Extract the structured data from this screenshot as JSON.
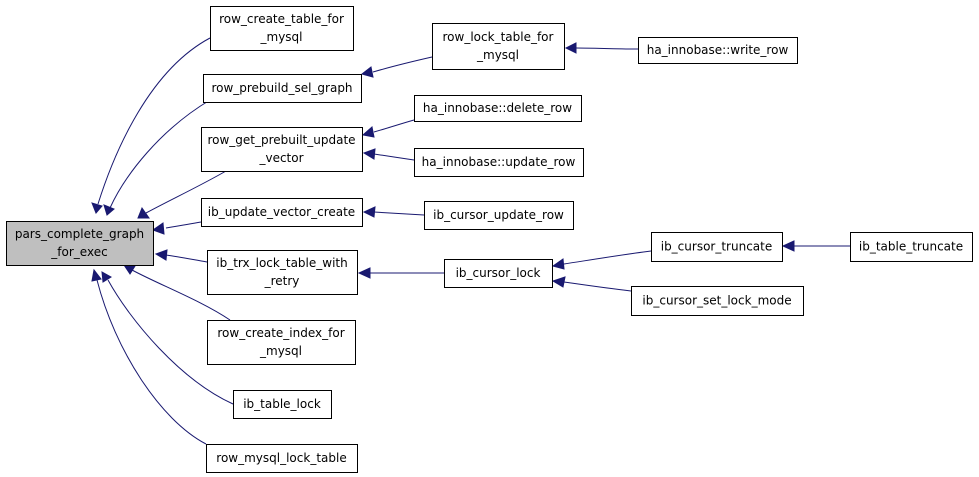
{
  "nodes": {
    "root": [
      "pars_complete_graph",
      "_for_exec"
    ],
    "row_create_table": [
      "row_create_table_for",
      "_mysql"
    ],
    "row_prebuild_sel": [
      "row_prebuild_sel_graph"
    ],
    "row_get_prebuilt": [
      "row_get_prebuilt_update",
      "_vector"
    ],
    "ib_update_vector": [
      "ib_update_vector_create"
    ],
    "ib_trx_lock": [
      "ib_trx_lock_table_with",
      "_retry"
    ],
    "row_create_index": [
      "row_create_index_for",
      "_mysql"
    ],
    "ib_table_lock": [
      "ib_table_lock"
    ],
    "row_mysql_lock": [
      "row_mysql_lock_table"
    ],
    "row_lock_table": [
      "row_lock_table_for",
      "_mysql"
    ],
    "ha_write_row": [
      "ha_innobase::write_row"
    ],
    "ha_delete_row": [
      "ha_innobase::delete_row"
    ],
    "ha_update_row": [
      "ha_innobase::update_row"
    ],
    "ib_cursor_update_row": [
      "ib_cursor_update_row"
    ],
    "ib_cursor_lock": [
      "ib_cursor_lock"
    ],
    "ib_cursor_truncate": [
      "ib_cursor_truncate"
    ],
    "ib_cursor_set_lock_mode": [
      "ib_cursor_set_lock_mode"
    ],
    "ib_table_truncate": [
      "ib_table_truncate"
    ]
  },
  "edges": [
    [
      "row_create_table",
      "root"
    ],
    [
      "row_prebuild_sel",
      "root"
    ],
    [
      "row_get_prebuilt",
      "root"
    ],
    [
      "ib_update_vector",
      "root"
    ],
    [
      "ib_trx_lock",
      "root"
    ],
    [
      "row_create_index",
      "root"
    ],
    [
      "ib_table_lock",
      "root"
    ],
    [
      "row_mysql_lock",
      "root"
    ],
    [
      "row_lock_table",
      "row_prebuild_sel"
    ],
    [
      "ha_write_row",
      "row_lock_table"
    ],
    [
      "ha_delete_row",
      "row_get_prebuilt"
    ],
    [
      "ha_update_row",
      "row_get_prebuilt"
    ],
    [
      "ib_cursor_update_row",
      "ib_update_vector"
    ],
    [
      "ib_cursor_lock",
      "ib_trx_lock"
    ],
    [
      "ib_cursor_truncate",
      "ib_cursor_lock"
    ],
    [
      "ib_cursor_set_lock_mode",
      "ib_cursor_lock"
    ],
    [
      "ib_table_truncate",
      "ib_cursor_truncate"
    ]
  ],
  "colors": {
    "edge": "#191970",
    "root_fill": "#bfbfbf",
    "node_fill": "#ffffff",
    "node_border": "#000000"
  }
}
